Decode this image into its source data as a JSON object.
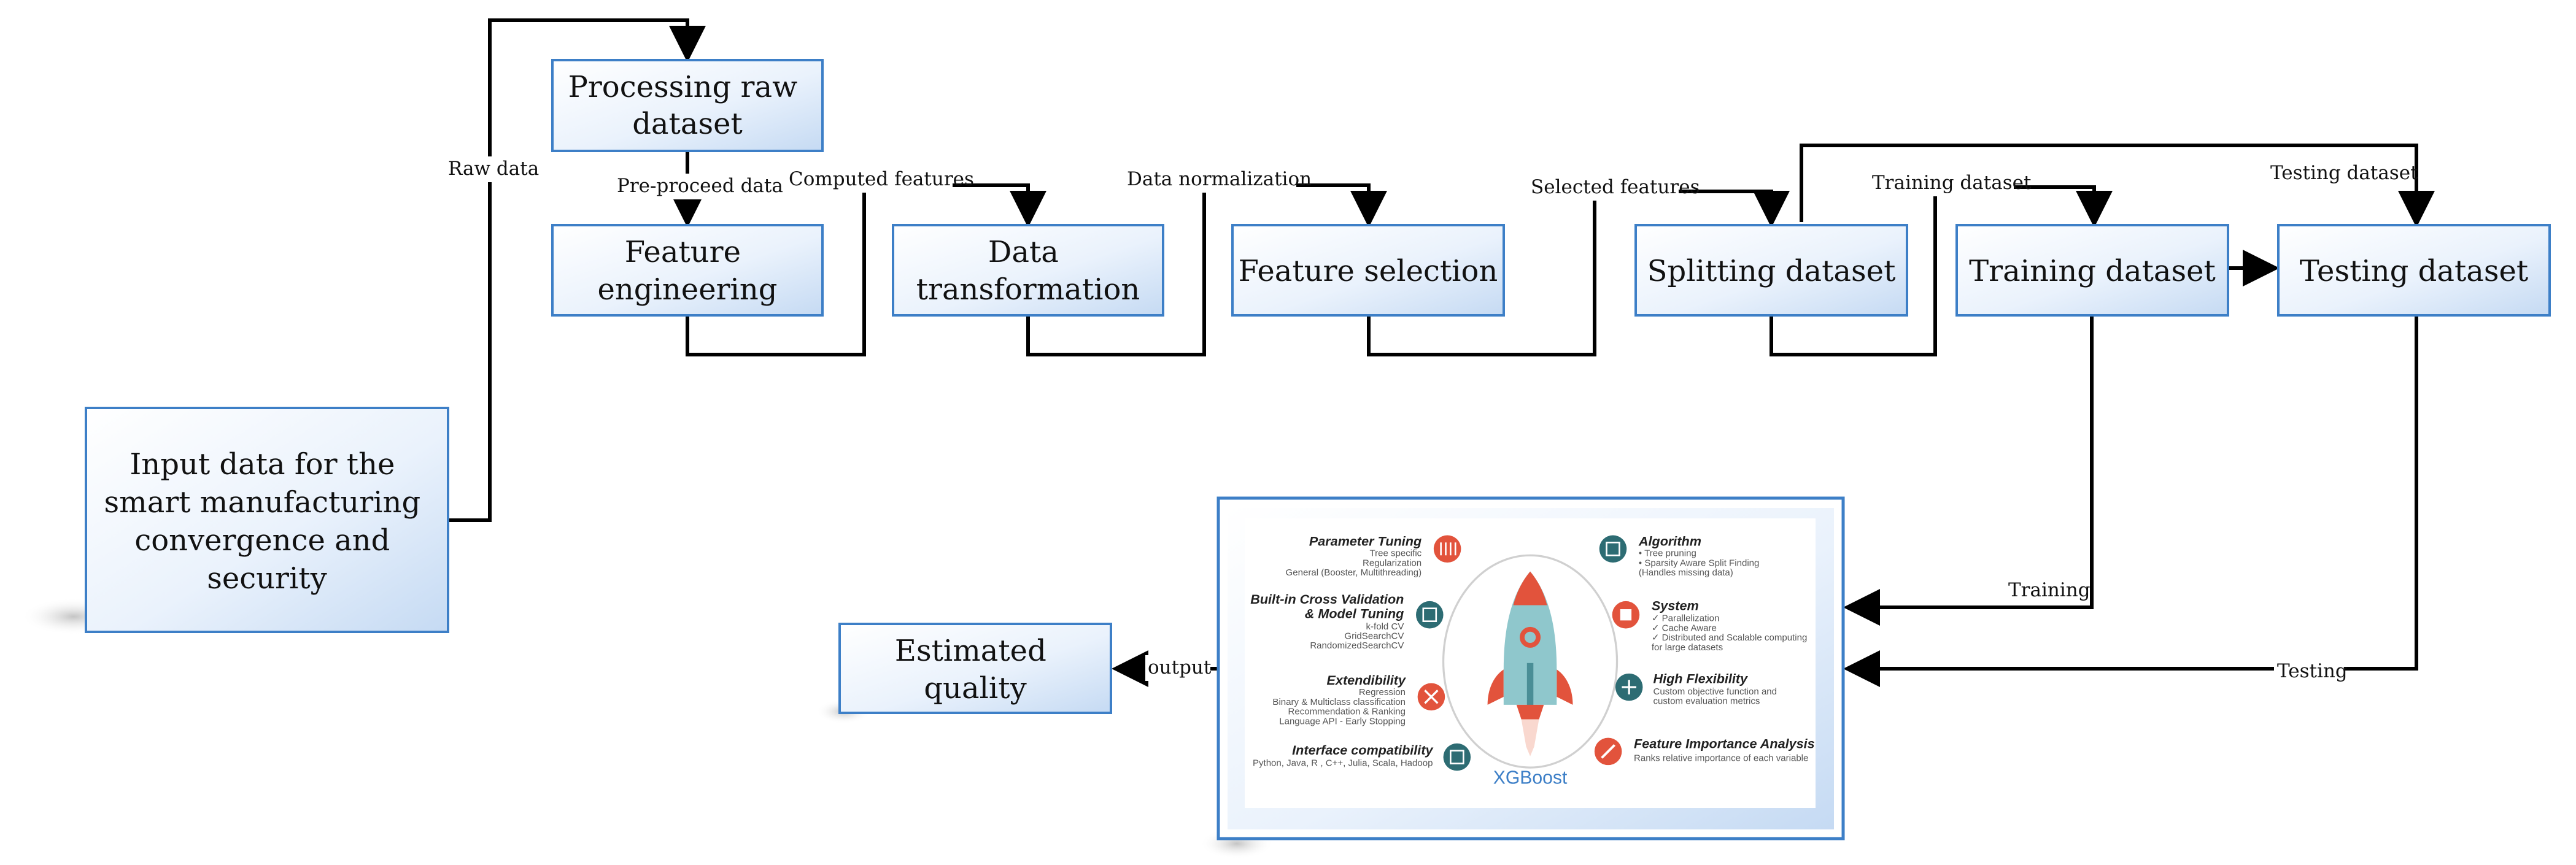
{
  "boxes": {
    "input": [
      "Input data for the",
      "smart manufacturing",
      "convergence and",
      "security"
    ],
    "processing": [
      "Processing raw",
      "dataset"
    ],
    "feature_engineering": [
      "Feature",
      "engineering"
    ],
    "data_transformation": [
      "Data",
      "transformation"
    ],
    "feature_selection": [
      "Feature selection"
    ],
    "splitting": [
      "Splitting dataset"
    ],
    "training": [
      "Training dataset"
    ],
    "testing": [
      "Testing dataset"
    ],
    "estimated": [
      "Estimated",
      "quality"
    ]
  },
  "labels": {
    "raw_data": "Raw data",
    "pre_proceed": "Pre-proceed data",
    "computed_features": "Computed features",
    "data_normalization": "Data normalization",
    "selected_features": "Selected features",
    "training_dataset": "Training dataset",
    "testing_dataset": "Testing dataset",
    "training": "Training",
    "testing": "Testing",
    "output": "output"
  },
  "xgboost": {
    "logo": "XGBoost",
    "left": [
      {
        "title": [
          "Parameter Tuning"
        ],
        "lines": [
          "Tree specific",
          "Regularization",
          "General (Booster, Multithreading)"
        ]
      },
      {
        "title": [
          "Built-in Cross Validation",
          "& Model Tuning"
        ],
        "lines": [
          "k-fold CV",
          "GridSearchCV",
          "RandomizedSearchCV"
        ]
      },
      {
        "title": [
          "Extendibility"
        ],
        "lines": [
          "Regression",
          "Binary & Multiclass classification",
          "Recommendation & Ranking",
          "Language API - Early Stopping"
        ]
      },
      {
        "title": [
          "Interface compatibility"
        ],
        "lines": [
          "Python, Java, R , C++, Julia, Scala, Hadoop"
        ]
      }
    ],
    "right": [
      {
        "title": [
          "Algorithm"
        ],
        "lines": [
          "•  Tree pruning",
          "•  Sparsity Aware Split Finding",
          "   (Handles missing data)"
        ]
      },
      {
        "title": [
          "System"
        ],
        "lines": [
          "✓ Parallelization",
          "✓ Cache Aware",
          "✓ Distributed and Scalable computing",
          "   for large datasets"
        ]
      },
      {
        "title": [
          "High Flexibility"
        ],
        "lines": [
          "Custom objective function and",
          "custom evaluation metrics"
        ]
      },
      {
        "title": [
          "Feature Importance Analysis"
        ],
        "lines": [
          "Ranks relative importance of each variable"
        ]
      }
    ],
    "colors": {
      "red": "#e2533c",
      "teal": "#2d6c73",
      "rocket_body": "#8fc7cc",
      "ring": "#d0d0d0"
    }
  },
  "colors": {
    "box_border": "#3d7fc7",
    "box_fill_light": "#ffffff",
    "box_fill_dark": "#c6dbf4",
    "line": "#000000"
  }
}
